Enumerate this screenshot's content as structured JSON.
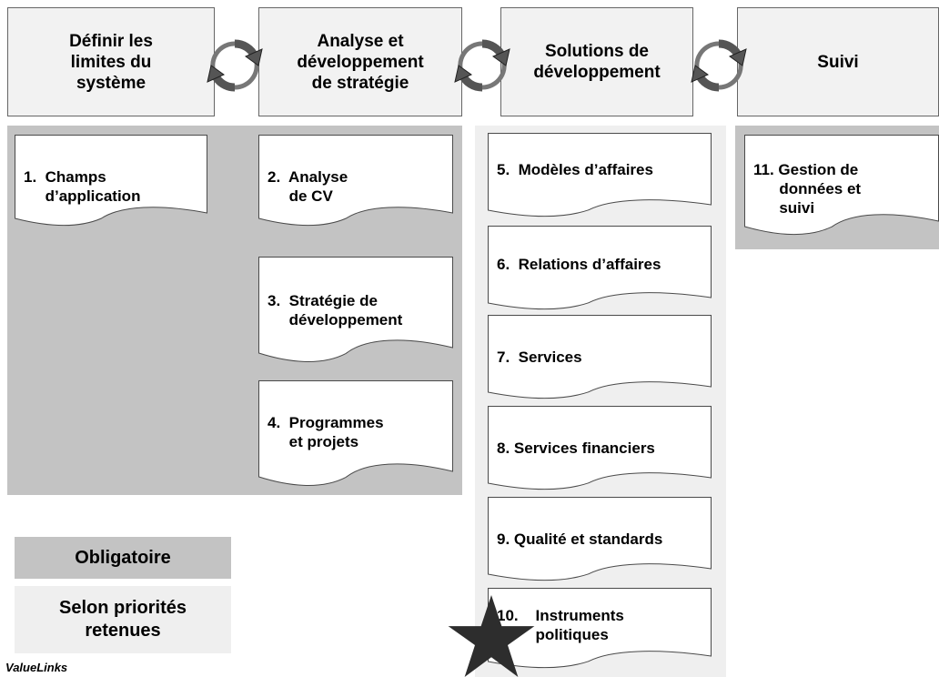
{
  "phases": [
    {
      "label": "Définir les\nlimites du\nsystème"
    },
    {
      "label": "Analyse et\ndéveloppement\nde stratégie"
    },
    {
      "label": "Solutions de\ndéveloppement"
    },
    {
      "label": "Suivi"
    }
  ],
  "modules": [
    {
      "label": "1.  Champs\n     d’application"
    },
    {
      "label": "2.  Analyse\n     de CV"
    },
    {
      "label": "3.  Stratégie de\n     développement"
    },
    {
      "label": "4.  Programmes\n     et projets"
    },
    {
      "label": "5.  Modèles d’affaires"
    },
    {
      "label": "6.  Relations d’affaires"
    },
    {
      "label": "7.  Services"
    },
    {
      "label": "8. Services financiers"
    },
    {
      "label": "9. Qualité et standards"
    },
    {
      "label": "10.    Instruments\n         politiques"
    },
    {
      "label": "11. Gestion de\n      données et\n      suivi"
    }
  ],
  "legend": {
    "mandatory": "Obligatoire",
    "optional": "Selon priorités\nretenues"
  },
  "footer": "ValueLinks",
  "colors": {
    "mandatory": "#c3c3c3",
    "optional": "#efefef",
    "phase_box": "#f2f2f2",
    "cycle_arrow": "#555555",
    "star": "#2d2d2d"
  },
  "icons": {
    "cycle": "cycle-arrows-icon",
    "star": "star-icon"
  }
}
